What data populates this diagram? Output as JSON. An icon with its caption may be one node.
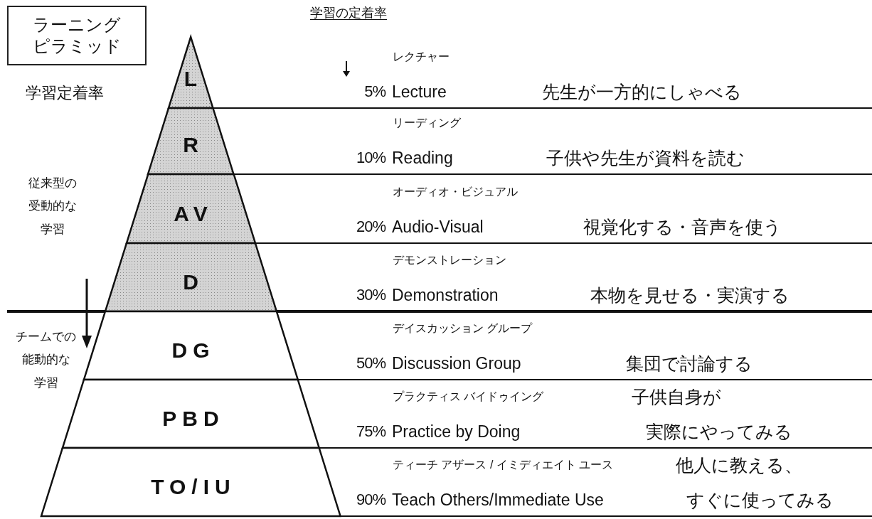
{
  "diagram": {
    "title": "ラーニングピラミッド",
    "nodes": [
      {
        "text": [
          "L"
        ]
      },
      {
        "text": [
          "R"
        ]
      },
      {
        "text": [
          "AV"
        ]
      },
      {
        "text": [
          "D"
        ]
      },
      {
        "text": [
          "DG"
        ]
      },
      {
        "text": [
          "PBD"
        ]
      },
      {
        "text": [
          "TO/IU"
        ]
      }
    ],
    "labels": [
      "学習の定着率",
      "学習定着率",
      "レクチャー",
      "5%",
      "Lecture",
      "先生が一方的にしゃべる",
      "リーディング",
      "10%",
      "Reading",
      "子供や先生が資料を読む",
      "オーディオ・ビジュアル",
      "20%",
      "Audio-Visual",
      "視覚化する・音声を使う",
      "デモンストレーション",
      "30%",
      "Demonstration",
      "本物を見せる・実演する",
      "デイスカッション グループ",
      "50%",
      "Discussion Group",
      "集団で討論する",
      "プラクティス バイドゥイング",
      "子供自身が",
      "75%",
      "Practice by Doing",
      "実際にやってみる",
      "ティーチ アザース / イミディエイト ユース",
      "他人に教える、",
      "90%",
      "Teach Others/Immediate Use",
      "すぐに使ってみる",
      "従来型の受動的な学習",
      "チームでの能動的な学習"
    ]
  }
}
